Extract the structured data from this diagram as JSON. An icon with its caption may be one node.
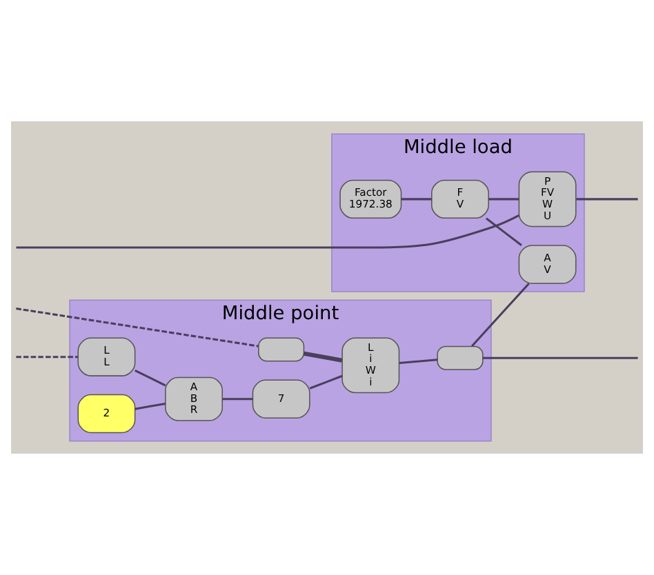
{
  "diagram": {
    "nodes": [
      {
        "text": [
          "Middle point"
        ]
      },
      {
        "text": [
          "L",
          "L"
        ],
        "in": 0
      },
      {
        "text": [
          "2"
        ],
        "in": 0
      },
      {
        "text": [
          "A",
          "B",
          "R"
        ],
        "in": 0
      },
      {
        "text": [],
        "shape": "box",
        "in": 0
      },
      {
        "text": [
          "7"
        ],
        "in": 0
      },
      {
        "text": [
          "L",
          "i",
          "W",
          "i"
        ],
        "in": 0
      },
      {
        "text": [],
        "shape": "box",
        "in": 0
      },
      {
        "text": [
          "Middle load"
        ]
      },
      {
        "text": [
          "F",
          "V"
        ],
        "in": 8
      },
      {
        "text": [
          "Factor",
          "1972.38"
        ],
        "in": 8
      },
      {
        "text": [
          "A",
          "V"
        ],
        "in": 8
      },
      {
        "text": [
          "P",
          "FV",
          "W",
          "U"
        ],
        "in": 8
      }
    ],
    "edges": [
      {
        "from": null,
        "to": 1,
        "arrow": "none",
        "style": "dashed"
      },
      {
        "from": null,
        "to": 4,
        "arrow": "none",
        "style": "dashed"
      },
      {
        "from": 1,
        "to": 3,
        "arrow": "none"
      },
      {
        "from": 2,
        "to": 3,
        "arrow": "none"
      },
      {
        "from": 3,
        "to": 5,
        "arrow": "none"
      },
      {
        "from": 4,
        "to": 6,
        "arrow": "none",
        "style": "thick"
      },
      {
        "from": 5,
        "to": 6,
        "arrow": "none"
      },
      {
        "from": 6,
        "to": 7,
        "arrow": "none"
      },
      {
        "from": 7,
        "to": 11,
        "arrow": "none"
      },
      {
        "from": 7,
        "to": null,
        "arrow": "none"
      },
      {
        "from": null,
        "to": 12,
        "arrow": "none"
      },
      {
        "from": 10,
        "to": 9,
        "arrow": "none"
      },
      {
        "from": 9,
        "to": 11,
        "arrow": "none"
      },
      {
        "from": 9,
        "to": 12,
        "arrow": "none"
      },
      {
        "from": 12,
        "to": null,
        "arrow": "none"
      }
    ]
  }
}
